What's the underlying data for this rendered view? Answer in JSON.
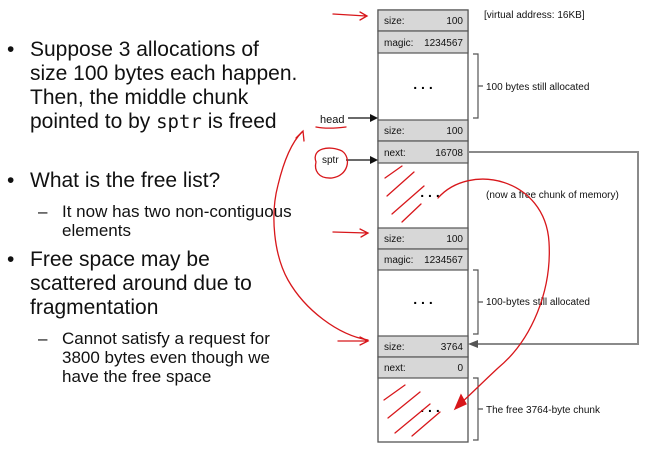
{
  "bullets": [
    {
      "pre": "Suppose 3 allocations of size 100 bytes each happen. Then,  the middle chunk pointed to by ",
      "code": "sptr",
      "post": " is freed"
    },
    {
      "text": "What is the free list?"
    },
    {
      "text": "It now has two non-contiguous elements"
    },
    {
      "text": "Free space may be scattered around due to fragmentation"
    },
    {
      "text": "Cannot satisfy a request for 3800 bytes even though we have the free space"
    }
  ],
  "diagram": {
    "virtual_address_label": "[virtual address: 16KB]",
    "chunk1": {
      "size_key": "size:",
      "size_val": "100",
      "magic_key": "magic:",
      "magic_val": "1234567",
      "body_dots": ". . .",
      "annotation": "100 bytes still allocated"
    },
    "chunk2": {
      "size_key": "size:",
      "size_val": "100",
      "next_key": "next:",
      "next_val": "16708",
      "body_dots": ". . .",
      "annotation": "(now a free chunk of memory)"
    },
    "chunk3": {
      "size_key": "size:",
      "size_val": "100",
      "magic_key": "magic:",
      "magic_val": "1234567",
      "body_dots": ". . .",
      "annotation": "100-bytes still allocated"
    },
    "chunk4": {
      "size_key": "size:",
      "size_val": "3764",
      "next_key": "next:",
      "next_val": "0",
      "body_dots": ". . .",
      "annotation": "The free 3764-byte chunk"
    },
    "head_label": "head",
    "sptr_label": "sptr",
    "colors": {
      "header_fill": "#d7d7d7",
      "line": "#555555",
      "ink": "#d8171b"
    }
  }
}
